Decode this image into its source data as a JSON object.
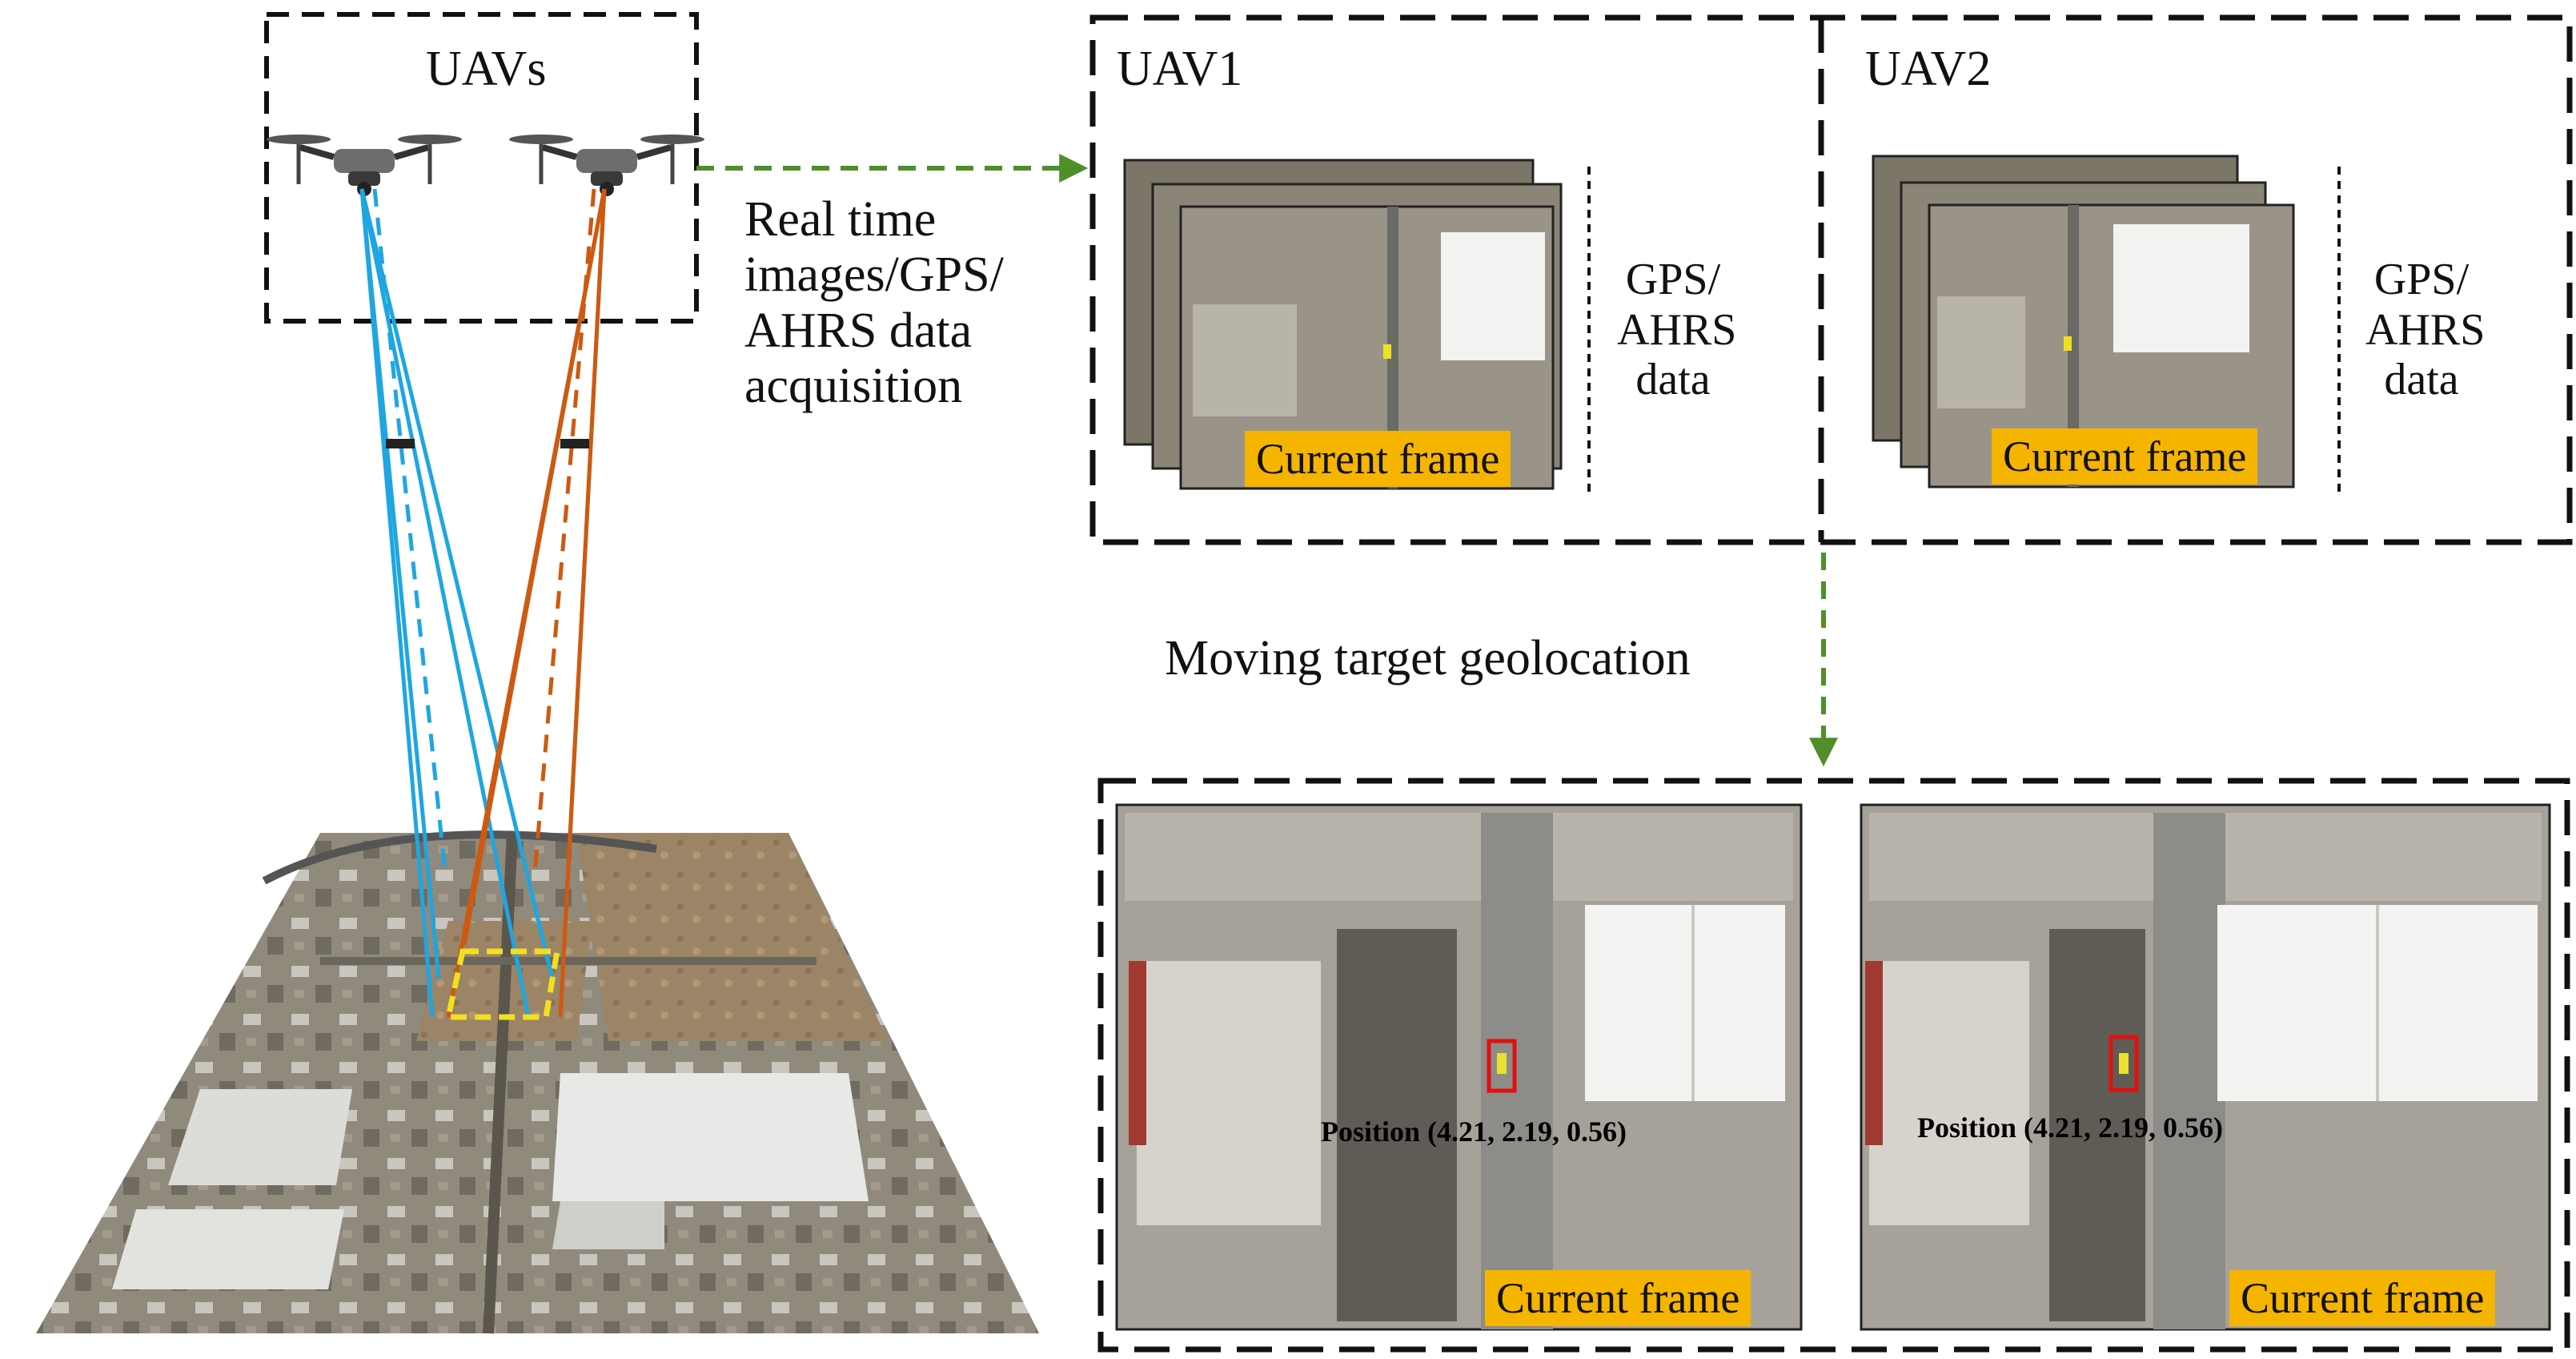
{
  "uav_box": {
    "title": "UAVs"
  },
  "acquisition_label": [
    "Real time",
    "images/GPS/",
    "AHRS data",
    "acquisition"
  ],
  "uav_panels": [
    {
      "name": "UAV1",
      "frame_label": "Current frame",
      "sensor_label": [
        "GPS/",
        "AHRS",
        "data"
      ]
    },
    {
      "name": "UAV2",
      "frame_label": "Current frame",
      "sensor_label": [
        "GPS/",
        "AHRS",
        "data"
      ]
    }
  ],
  "geolocation_label": "Moving target geolocation",
  "results": [
    {
      "frame_label": "Current frame",
      "position_text": "Position (4.21, 2.19, 0.56)"
    },
    {
      "frame_label": "Current frame",
      "position_text": "Position (4.21, 2.19, 0.56)"
    }
  ],
  "colors": {
    "uav1_rays": "#1fa6e0",
    "uav2_rays": "#cc5a12",
    "flow_arrow": "#4f8f2a",
    "target_box": "#e01010",
    "footprint": "#f2e020",
    "frame_badge": "#f5b400"
  }
}
